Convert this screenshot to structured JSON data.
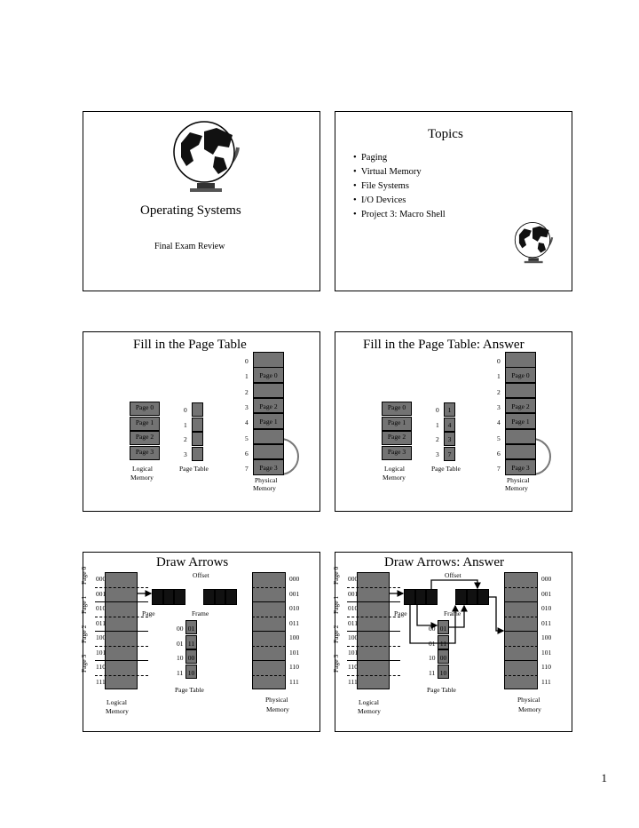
{
  "page_number": "1",
  "slide1": {
    "title": "Operating Systems",
    "subtitle": "Final Exam Review"
  },
  "slide2": {
    "title": "Topics",
    "bullets": [
      "Paging",
      "Virtual Memory",
      "File Systems",
      "I/O Devices",
      "Project 3: Macro Shell"
    ]
  },
  "slide3": {
    "title": "Fill in the Page Table",
    "pages": [
      "Page 0",
      "Page 1",
      "Page 2",
      "Page 3"
    ],
    "pt_index": [
      "0",
      "1",
      "2",
      "3"
    ],
    "pt_values": [
      "",
      "",
      "",
      ""
    ],
    "frame_index": [
      "0",
      "1",
      "2",
      "3",
      "4",
      "5",
      "6",
      "7"
    ],
    "frames": [
      "",
      "Page 0",
      "",
      "Page 2",
      "Page 1",
      "",
      "",
      "Page 3"
    ],
    "logical_label": [
      "Logical",
      "Memory"
    ],
    "pt_label": "Page Table",
    "physical_label": [
      "Physical",
      "Memory"
    ]
  },
  "slide4": {
    "title": "Fill in the Page Table: Answer",
    "pages": [
      "Page 0",
      "Page 1",
      "Page 2",
      "Page 3"
    ],
    "pt_index": [
      "0",
      "1",
      "2",
      "3"
    ],
    "pt_values": [
      "1",
      "4",
      "3",
      "7"
    ],
    "frame_index": [
      "0",
      "1",
      "2",
      "3",
      "4",
      "5",
      "6",
      "7"
    ],
    "frames": [
      "",
      "Page 0",
      "",
      "Page 2",
      "Page 1",
      "",
      "",
      "Page 3"
    ],
    "logical_label": [
      "Logical",
      "Memory"
    ],
    "pt_label": "Page Table",
    "physical_label": [
      "Physical",
      "Memory"
    ]
  },
  "slide5": {
    "title": "Draw Arrows",
    "offset": "Offset",
    "page": "Page",
    "frame": "Frame",
    "addresses": [
      "000",
      "001",
      "010",
      "011",
      "100",
      "101",
      "110",
      "111"
    ],
    "page_side": [
      "Page 0",
      "Page 1",
      "Page 2",
      "Page 3"
    ],
    "pt_index": [
      "00",
      "01",
      "10",
      "11"
    ],
    "pt_values": [
      "01",
      "11",
      "00",
      "10"
    ],
    "pt_label": "Page Table",
    "logical_label": [
      "Logical",
      "Memory"
    ],
    "physical_label": [
      "Physical",
      "Memory"
    ]
  },
  "slide6": {
    "title": "Draw Arrows: Answer",
    "offset": "Offset",
    "page": "Page",
    "frame": "Frame",
    "addresses": [
      "000",
      "001",
      "010",
      "011",
      "100",
      "101",
      "110",
      "111"
    ],
    "page_side": [
      "Page 0",
      "Page 1",
      "Page 2",
      "Page 3"
    ],
    "pt_index": [
      "00",
      "01",
      "10",
      "11"
    ],
    "pt_values": [
      "01",
      "11",
      "00",
      "10"
    ],
    "pt_label": "Page Table",
    "logical_label": [
      "Logical",
      "Memory"
    ],
    "physical_label": [
      "Physical",
      "Memory"
    ]
  },
  "colors": {
    "cell": "#737373",
    "dark": "#111111",
    "border": "#000000"
  }
}
